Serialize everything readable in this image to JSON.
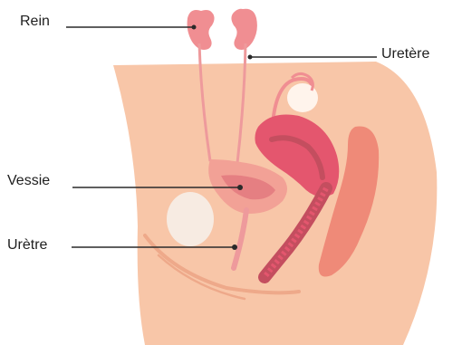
{
  "labels": {
    "rein": "Rein",
    "uretere": "Uretère",
    "vessie": "Vessie",
    "uretre": "Urètre"
  },
  "colors": {
    "body": "#F8C6A8",
    "body_shadow": "#EEA98A",
    "kidney": "#F08E92",
    "ureter": "#EE9A9C",
    "bladder": "#F2A196",
    "bladder_lining": "#E57F82",
    "uterus": "#E4566E",
    "vagina": "#C44E5F",
    "rectum": "#EF8A78",
    "ovary": "#FFF4EC",
    "pubic_bone": "#F7EBE2",
    "leader_line": "#2a2a2a"
  }
}
